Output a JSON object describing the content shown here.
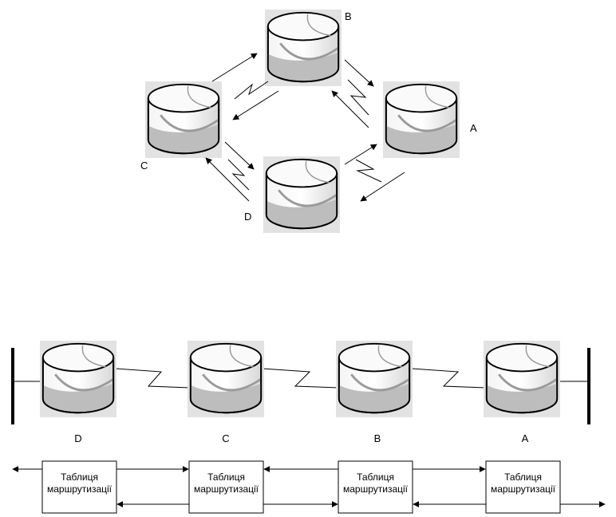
{
  "top_network": {
    "routers": [
      {
        "id": "A",
        "label": "A"
      },
      {
        "id": "B",
        "label": "B"
      },
      {
        "id": "C",
        "label": "C"
      },
      {
        "id": "D",
        "label": "D"
      }
    ]
  },
  "bottom_network": {
    "routers": [
      {
        "id": "D",
        "label": "D"
      },
      {
        "id": "C",
        "label": "C"
      },
      {
        "id": "B",
        "label": "B"
      },
      {
        "id": "A",
        "label": "A"
      }
    ],
    "routing_tables": [
      {
        "line1": "Таблиця",
        "line2": "маршрутизації"
      },
      {
        "line1": "Таблиця",
        "line2": "маршрутизації"
      },
      {
        "line1": "Таблиця",
        "line2": "маршрутизації"
      },
      {
        "line1": "Таблиця",
        "line2": "маршрутизації"
      }
    ]
  },
  "icons": [
    "router-icon",
    "serial-link-icon",
    "arrow-icon"
  ]
}
